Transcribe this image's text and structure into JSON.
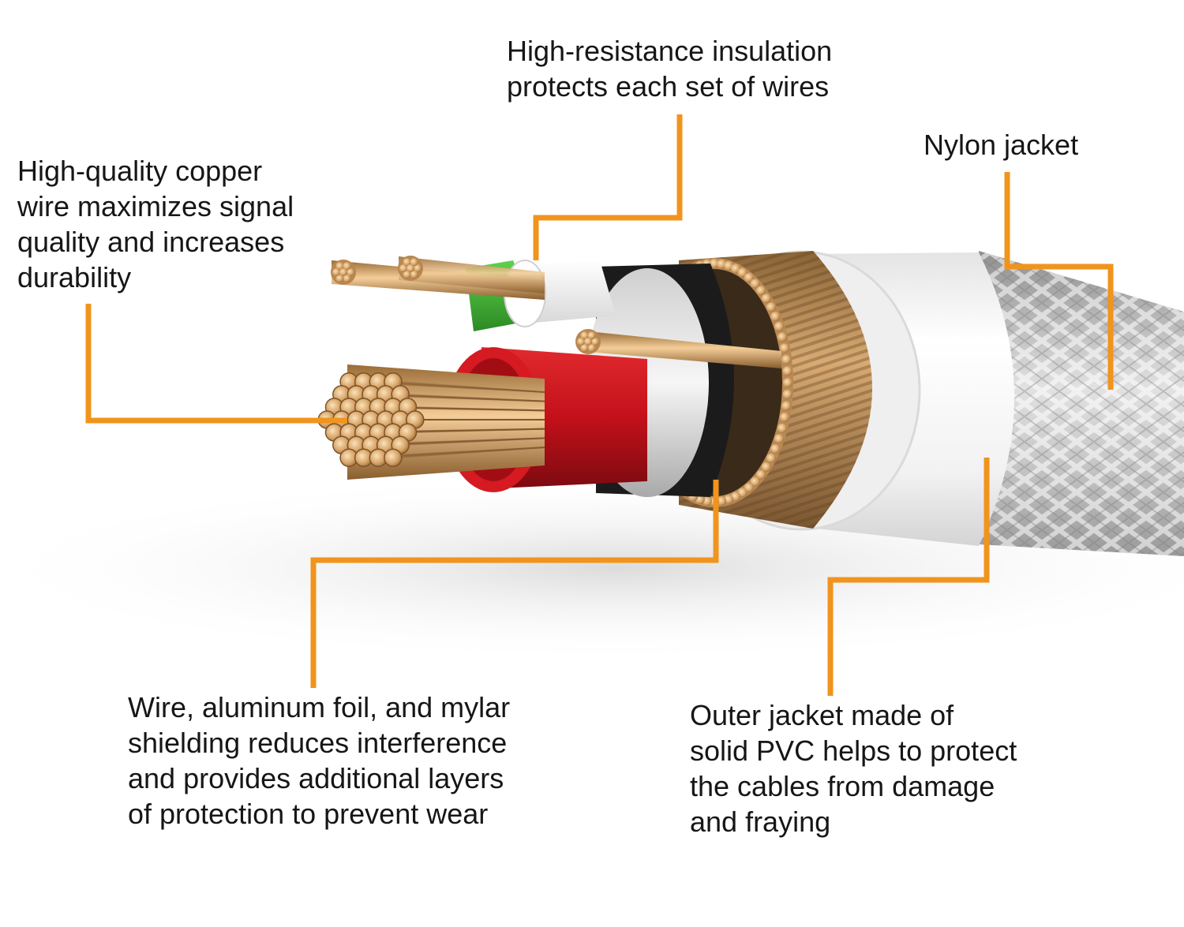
{
  "accent_color": "#F0941E",
  "callouts": {
    "insulation": {
      "icon": "insulated-wire-icon",
      "lines": [
        "High-resistance insulation",
        "protects each set of wires"
      ]
    },
    "nylon": {
      "icon": "nylon-braid-icon",
      "lines": [
        "Nylon jacket"
      ]
    },
    "copper": {
      "icon": "copper-strands-icon",
      "lines": [
        "High-quality copper",
        "wire maximizes signal",
        "quality and increases",
        "durability"
      ]
    },
    "shielding": {
      "icon": "shield-braid-icon",
      "lines": [
        "Wire, aluminum foil, and mylar",
        "shielding reduces interference",
        "and provides additional layers",
        "of protection to prevent wear"
      ]
    },
    "outer": {
      "icon": "pvc-jacket-icon",
      "lines": [
        "Outer jacket made of",
        "solid PVC helps to protect",
        "the cables from damage",
        "and fraying"
      ]
    }
  }
}
